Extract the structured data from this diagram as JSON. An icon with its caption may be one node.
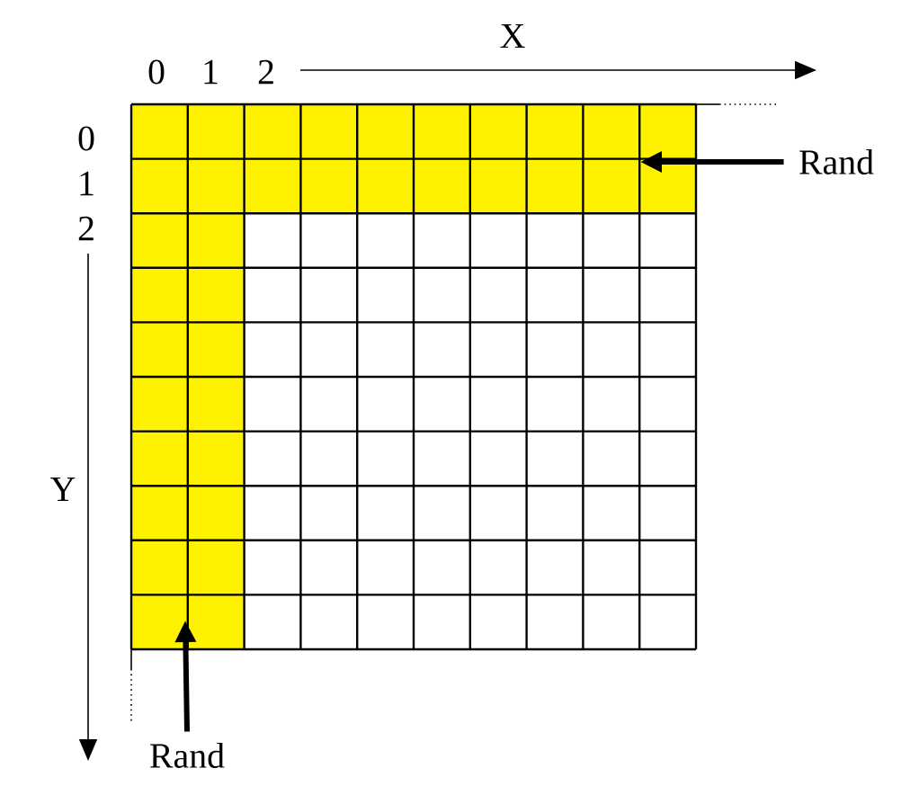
{
  "diagram": {
    "nodes": [
      {
        "text": [
          "Rand"
        ]
      },
      {
        "text": [
          "Rand"
        ]
      }
    ],
    "edges": [
      {
        "from": 0,
        "to": null,
        "arrow": "to"
      },
      {
        "from": 1,
        "to": null,
        "arrow": "to"
      }
    ],
    "labels": [
      "X",
      "0",
      "1",
      "2",
      "0",
      "1",
      "2",
      "Y"
    ]
  }
}
